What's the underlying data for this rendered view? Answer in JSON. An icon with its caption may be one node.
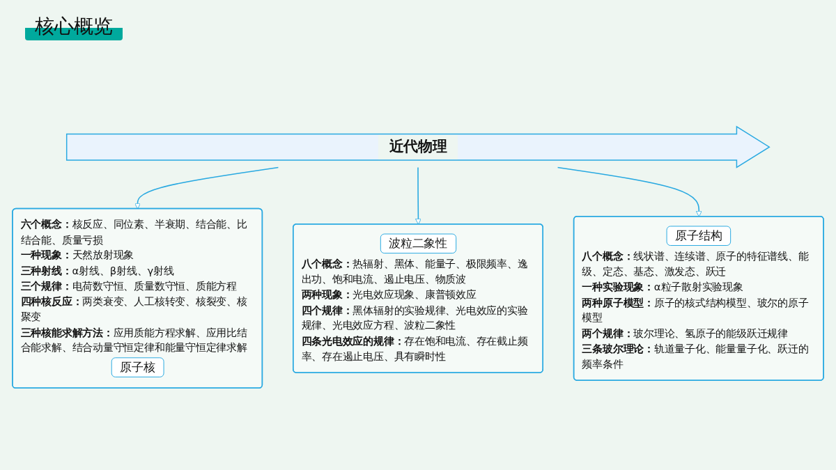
{
  "diagram": {
    "title": "核心概览",
    "nodes": [
      {
        "text": [
          "**六个概念：**核反应、同位素、半衰期、结合能、比结合能、质量亏损",
          "**一种现象：**天然放射现象",
          "**三种射线：**α射线、β射线、γ射线",
          "**三个规律：**电荷数守恒、质量数守恒、质能方程",
          "**四种核反应：**两类衰变、人工核转变、核裂变、核聚变",
          "**三种核能求解方法：**应用质能方程求解、应用比结合能求解、结合动量守恒定律和能量守恒定律求解",
          "原子核"
        ]
      },
      {
        "text": [
          "近代物理"
        ]
      },
      {
        "text": [
          "波粒二象性",
          "**八个概念：**热辐射、黑体、能量子、极限频率、逸出功、饱和电流、遏止电压、物质波",
          "**两种现象：**光电效应现象、康普顿效应",
          "**四个规律：**黑体辐射的实验规律、光电效应的实验规律、光电效应方程、波粒二象性",
          "**四条光电效应的规律：**存在饱和电流、存在截止频率、存在遏止电压、具有瞬时性"
        ]
      },
      {
        "text": [
          "原子结构",
          "**八个概念：**线状谱、连续谱、原子的特征谱线、能级、定态、基态、激发态、跃迁",
          "**一种实验现象：**α粒子散射实验现象",
          "**两种原子模型：**原子的核式结构模型、玻尔的原子模型",
          "**两个规律：**玻尔理论、氢原子的能级跃迁规律",
          "**三条玻尔理论：**轨道量子化、能量量子化、跃迁的频率条件"
        ]
      }
    ],
    "edges": [
      {
        "from": 1,
        "to": 0,
        "arrow": "to"
      },
      {
        "from": 1,
        "to": 2,
        "arrow": "to"
      },
      {
        "from": 1,
        "to": 3,
        "arrow": "to"
      }
    ]
  }
}
